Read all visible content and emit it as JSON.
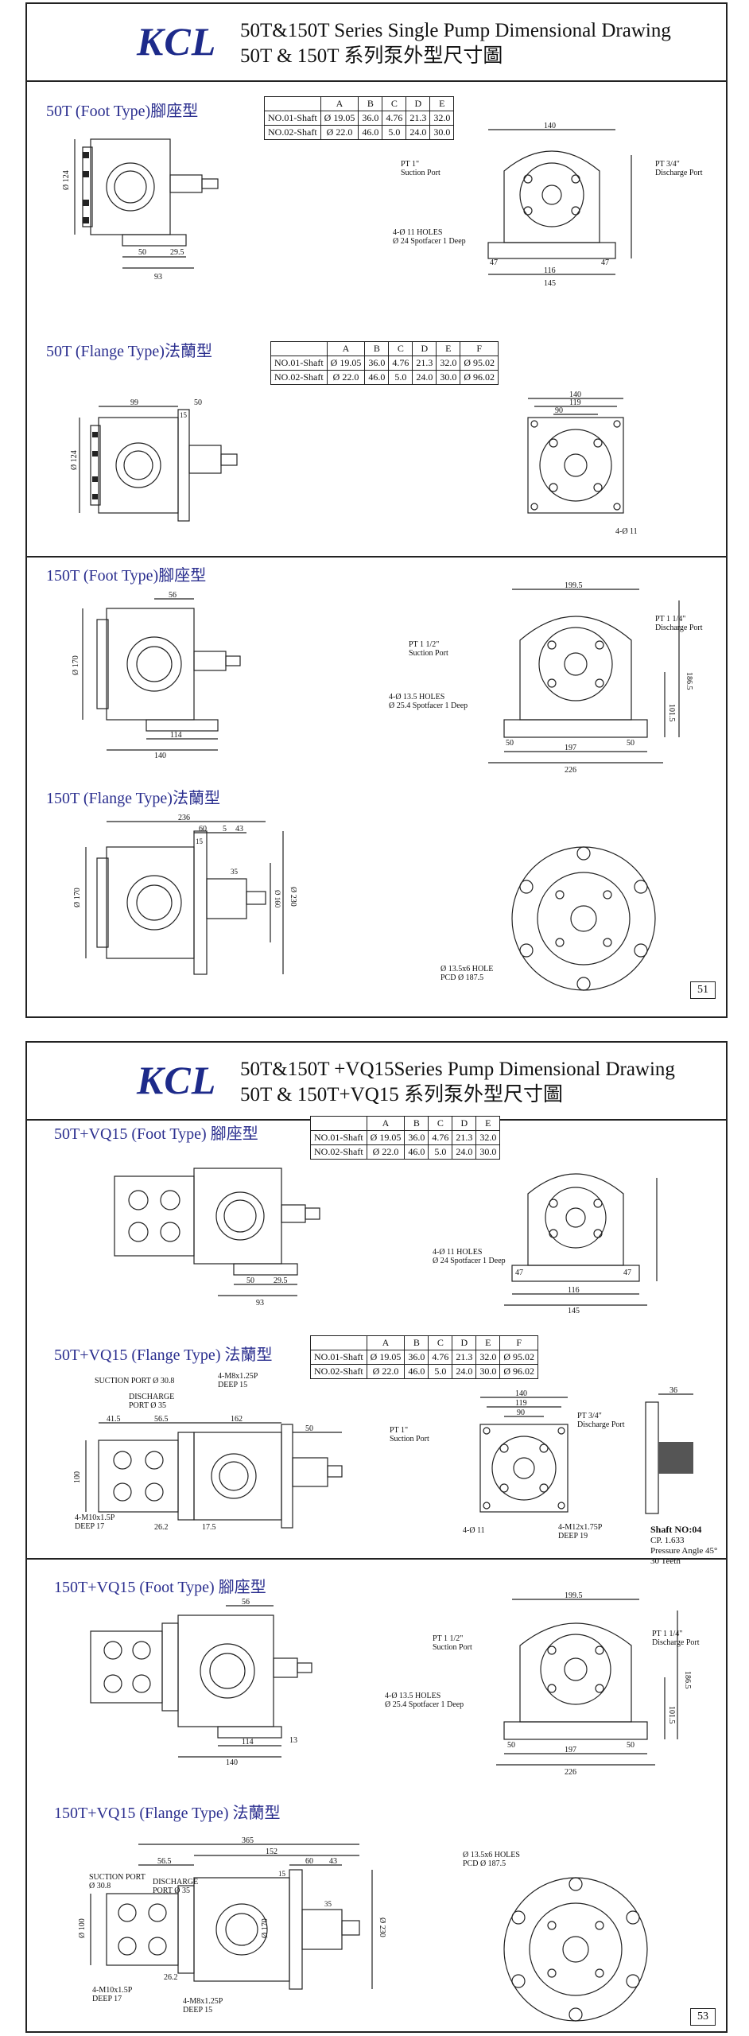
{
  "logo": "KCL",
  "page1": {
    "title_en": "50T&150T Series Single  Pump Dimensional Drawing",
    "title_zh": "50T & 150T 系列泵外型尺寸圖",
    "page_number": "51",
    "sections": [
      {
        "title": "50T  (Foot Type)腳座型"
      },
      {
        "title": "50T  (Flange Type)法蘭型"
      },
      {
        "title": "150T  (Foot Type)腳座型"
      },
      {
        "title": "150T  (Flange Type)法蘭型"
      }
    ],
    "table_foot": {
      "headers": [
        "",
        "A",
        "B",
        "C",
        "D",
        "E"
      ],
      "rows": [
        [
          "NO.01-Shaft",
          "Ø 19.05",
          "36.0",
          "4.76",
          "21.3",
          "32.0"
        ],
        [
          "NO.02-Shaft",
          "Ø 22.0",
          "46.0",
          "5.0",
          "24.0",
          "30.0"
        ]
      ]
    },
    "table_flange": {
      "headers": [
        "",
        "A",
        "B",
        "C",
        "D",
        "E",
        "F"
      ],
      "rows": [
        [
          "NO.01-Shaft",
          "Ø 19.05",
          "36.0",
          "4.76",
          "21.3",
          "32.0",
          "Ø 95.02"
        ],
        [
          "NO.02-Shaft",
          "Ø 22.0",
          "46.0",
          "5.0",
          "24.0",
          "30.0",
          "Ø 96.02"
        ]
      ]
    },
    "labels": {
      "s1_suction": "PT 1\"",
      "s1_suction2": "Suction Port",
      "s1_discharge": "PT 3/4\"",
      "s1_discharge2": "Discharge Port",
      "s1_holes": "4-Ø 11 HOLES",
      "s1_spot": "Ø 24 Spotfacer 1 Deep",
      "s1_d140": "140",
      "s1_d145": "145",
      "s1_d116": "116",
      "s1_d47a": "47",
      "s1_d47b": "47",
      "s1_d50": "50",
      "s1_d295": "29.5",
      "s1_d93": "93",
      "s1_d124": "Ø 124",
      "s2_d99": "99",
      "s2_d50": "50",
      "s2_d15": "15",
      "s2_d140": "140",
      "s2_d119": "119",
      "s2_d90": "90",
      "s2_holes": "4-Ø 11",
      "s2_d124": "Ø 124",
      "s3_suction": "PT 1 1/2\"",
      "s3_suction2": "Suction Port",
      "s3_discharge": "PT 1 1/4\"",
      "s3_discharge2": "Discharge Port",
      "s3_holes": "4-Ø 13.5 HOLES",
      "s3_spot": "Ø 25.4 Spotfacer 1 Deep",
      "s3_d1995": "199.5",
      "s3_d197": "197",
      "s3_d226": "226",
      "s3_d50a": "50",
      "s3_d50b": "50",
      "s3_d56": "56",
      "s3_d114": "114",
      "s3_d140": "140",
      "s3_d1865": "186.5",
      "s3_d1015": "101.5",
      "s3_d170": "Ø 170",
      "s4_d236": "236",
      "s4_d60": "60",
      "s4_d5": "5",
      "s4_d43": "43",
      "s4_d15": "15",
      "s4_d35": "35",
      "s4_d230": "Ø 230",
      "s4_d160": "Ø 160",
      "s4_d170": "Ø 170",
      "s4_holes": "Ø 13.5x6 HOLE",
      "s4_pcd": "PCD Ø 187.5"
    }
  },
  "page2": {
    "title_en": "50T&150T +VQ15Series  Pump Dimensional Drawing",
    "title_zh": "50T & 150T+VQ15 系列泵外型尺寸圖",
    "page_number": "53",
    "sections": [
      {
        "title": "50T+VQ15  (Foot Type) 腳座型"
      },
      {
        "title": "50T+VQ15  (Flange Type) 法蘭型"
      },
      {
        "title": "150T+VQ15  (Foot Type) 腳座型"
      },
      {
        "title": "150T+VQ15  (Flange Type) 法蘭型"
      }
    ],
    "table_foot": {
      "headers": [
        "",
        "A",
        "B",
        "C",
        "D",
        "E"
      ],
      "rows": [
        [
          "NO.01-Shaft",
          "Ø 19.05",
          "36.0",
          "4.76",
          "21.3",
          "32.0"
        ],
        [
          "NO.02-Shaft",
          "Ø 22.0",
          "46.0",
          "5.0",
          "24.0",
          "30.0"
        ]
      ]
    },
    "table_flange": {
      "headers": [
        "",
        "A",
        "B",
        "C",
        "D",
        "E",
        "F"
      ],
      "rows": [
        [
          "NO.01-Shaft",
          "Ø 19.05",
          "36.0",
          "4.76",
          "21.3",
          "32.0",
          "Ø 95.02"
        ],
        [
          "NO.02-Shaft",
          "Ø 22.0",
          "46.0",
          "5.0",
          "24.0",
          "30.0",
          "Ø 96.02"
        ]
      ]
    },
    "labels": {
      "s1_holes": "4-Ø 11 HOLES",
      "s1_spot": "Ø 24 Spotfacer 1 Deep",
      "s1_d145": "145",
      "s1_d116": "116",
      "s1_d47a": "47",
      "s1_d47b": "47",
      "s1_d50": "50",
      "s1_d295": "29.5",
      "s1_d93": "93",
      "s2_suction_port": "SUCTION PORT Ø 30.8",
      "s2_m8": "4-M8x1.25P",
      "s2_deep15": "DEEP 15",
      "s2_discharge": "DISCHARGE",
      "s2_discharge_port": "PORT Ø 35",
      "s2_m10": "4-M10x1.5P",
      "s2_deep17": "DEEP 17",
      "s2_d415": "41.5",
      "s2_d565": "56.5",
      "s2_d162": "162",
      "s2_d50": "50",
      "s2_d262": "26.2",
      "s2_d175": "17.5",
      "s2_d100": "100",
      "s2_pt1": "PT 1\"",
      "s2_pt1b": "Suction Port",
      "s2_pt34": "PT 3/4\"",
      "s2_pt34b": "Discharge Port",
      "s2_d140": "140",
      "s2_d119": "119",
      "s2_d90": "90",
      "s2_holes": "4-Ø 11",
      "s2_m12": "4-M12x1.75P",
      "s2_deep19": "DEEP 19",
      "s2_d36": "36",
      "shaft_title": "Shaft NO:04",
      "shaft_cp": "CP. 1.633",
      "shaft_angle": "Pressure Angle 45°",
      "shaft_teeth": "30 Teeth",
      "s3_suction": "PT 1 1/2\"",
      "s3_suction2": "Suction Port",
      "s3_discharge": "PT 1 1/4\"",
      "s3_discharge2": "Discharge Port",
      "s3_holes": "4-Ø 13.5 HOLES",
      "s3_spot": "Ø 25.4 Spotfacer 1 Deep",
      "s3_d1995": "199.5",
      "s3_d197": "197",
      "s3_d226": "226",
      "s3_d50a": "50",
      "s3_d50b": "50",
      "s3_d56": "56",
      "s3_d114": "114",
      "s3_d140": "140",
      "s3_d13": "13",
      "s3_d1865": "186.5",
      "s3_d1015": "101.5",
      "s4_d365": "365",
      "s4_d152": "152",
      "s4_d565": "56.5",
      "s4_d60": "60",
      "s4_d43": "43",
      "s4_d15": "15",
      "s4_d35": "35",
      "s4_suction": "SUCTION PORT",
      "s4_suction2": "Ø 30.8",
      "s4_discharge": "DISCHARGE",
      "s4_discharge2": "PORT Ø 35",
      "s4_m10": "4-M10x1.5P",
      "s4_deep17": "DEEP 17",
      "s4_d262": "26.2",
      "s4_m8": "4-M8x1.25P",
      "s4_deep15": "DEEP 15",
      "s4_holes": "Ø 13.5x6 HOLES",
      "s4_pcd": "PCD Ø 187.5",
      "s4_d100": "Ø 100",
      "s4_d170": "Ø 170",
      "s4_d230": "Ø 230"
    }
  }
}
